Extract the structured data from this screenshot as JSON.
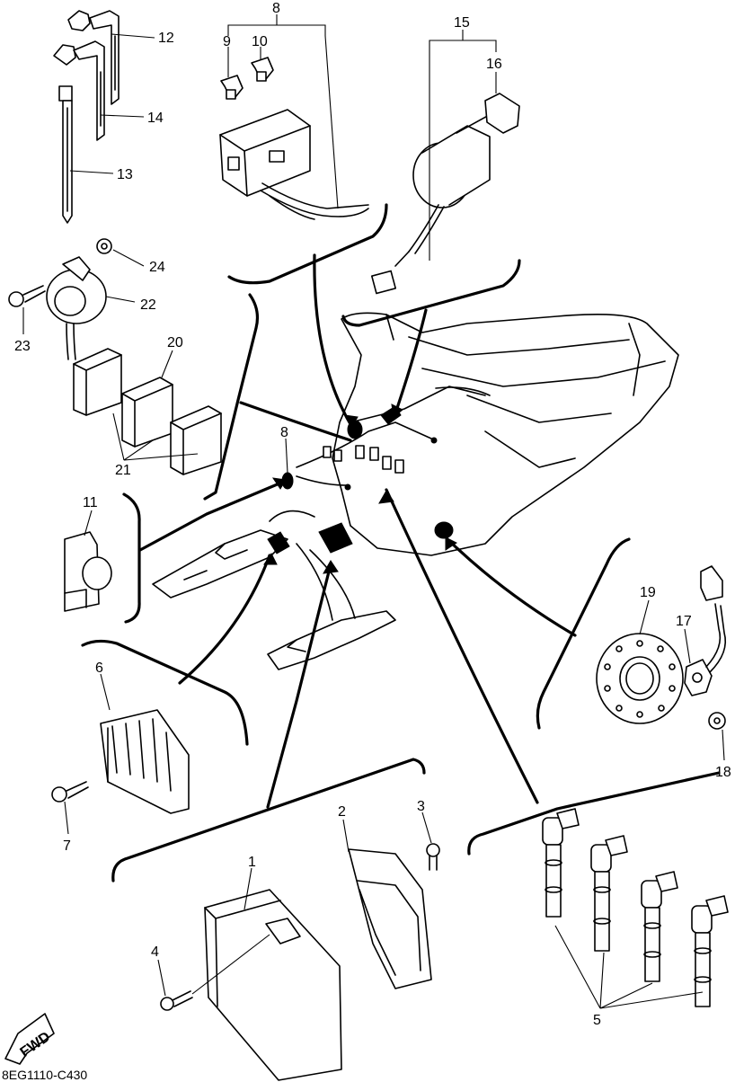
{
  "diagram": {
    "part_code": "8EG1110-C430",
    "fwd_label": "FWD",
    "callouts": {
      "c1": "1",
      "c2": "2",
      "c3": "3",
      "c4": "4",
      "c5": "5",
      "c6": "6",
      "c7": "7",
      "c8_top": "8",
      "c8_mid": "8",
      "c9": "9",
      "c10": "10",
      "c11": "11",
      "c12": "12",
      "c13": "13",
      "c14": "14",
      "c15": "15",
      "c16": "16",
      "c17": "17",
      "c18": "18",
      "c19": "19",
      "c20": "20",
      "c21": "21",
      "c22": "22",
      "c23": "23",
      "c24": "24"
    }
  }
}
